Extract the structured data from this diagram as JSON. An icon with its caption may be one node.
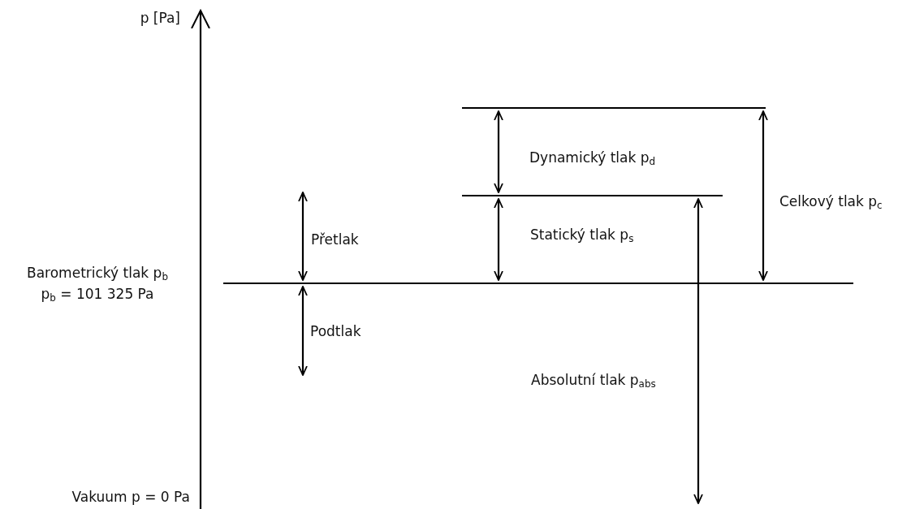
{
  "diagram": {
    "labels": [
      "p [Pa]",
      "Dynamický tlak p$_{d}$",
      "Přetlak",
      "Celkový tlak p$_{c}$",
      "Statický tlak p$_{s}$",
      "Barometrický tlak p$_{b}$",
      "p$_{b}$ = 101 325 Pa",
      "Podtlak",
      "Absolutní tlak p$_{abs}$",
      "Vakuum p = 0 Pa"
    ]
  }
}
